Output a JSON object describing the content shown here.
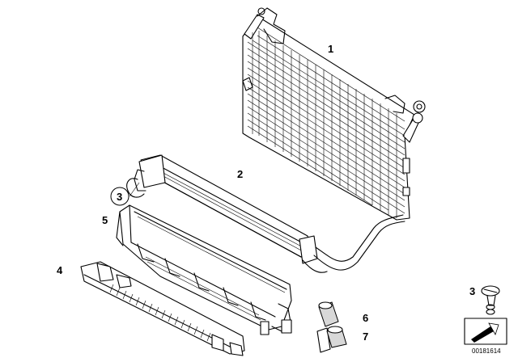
{
  "diagram": {
    "callouts": {
      "c1": "1",
      "c2": "2",
      "c3_left": "3",
      "c5": "5",
      "c4": "4",
      "c3_right": "3",
      "c6": "6",
      "c7": "7"
    },
    "doc_number": "00181614"
  }
}
